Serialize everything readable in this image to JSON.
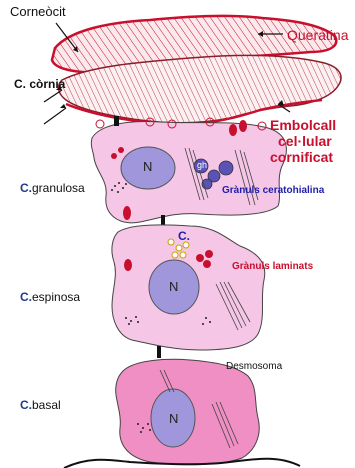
{
  "labels": {
    "corneocit": "Corneòcit",
    "queratina": "Queratina",
    "c_cornia": "C. còrnia",
    "embolcall_line1": "Embolcall",
    "embolcall_line2": "cel·lular",
    "embolcall_line3": "cornificat",
    "c_granulosa_prefix": "C.",
    "c_granulosa_rest": "granulosa",
    "granuls_ceratohialina": "Grànuls ceratohialina",
    "c_espinosa_prefix": "C.",
    "c_espinosa_rest": "espinosa",
    "granuls_laminats": "Grànuls laminats",
    "desmosoma": "Desmosoma",
    "c_basal_prefix": "C.",
    "c_basal_rest": "basal",
    "nucleus": "N",
    "gh": "gh",
    "c_small": "C."
  },
  "colors": {
    "red": "#c8102e",
    "blue_label": "#1f1fa8",
    "cytoplasm_light": "#f6c6e6",
    "cytoplasm_basal": "#ef8fc3",
    "nucleus": "#9f96dc",
    "keratin_hatch": "#c8102e"
  }
}
